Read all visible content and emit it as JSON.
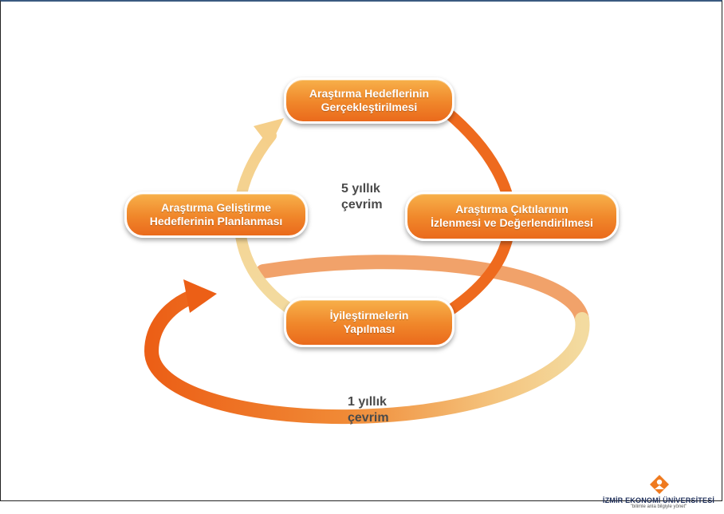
{
  "nodes": {
    "top": "Araştırma Hedeflerinin\nGerçekleştirilmesi",
    "right": "Araştırma Çıktılarının\nİzlenmesi ve Değerlendirilmesi",
    "bottom": "İyileştirmelerin\nYapılması",
    "left": "Araştırma Geliştirme\nHedeflerinin Planlanması"
  },
  "cycles": {
    "inner": "5 yıllık\nçevrim",
    "outer": "1 yıllık\nçevrim"
  },
  "logo": {
    "name": "İZMİR EKONOMİ ÜNİVERSİTESİ",
    "slogan": "\"bilimle anla bilgiyle yönet\""
  },
  "colors": {
    "accent_orange": "#ee6a1e",
    "light_orange": "#f7b04a",
    "pale_yellow": "#f3dba0"
  }
}
